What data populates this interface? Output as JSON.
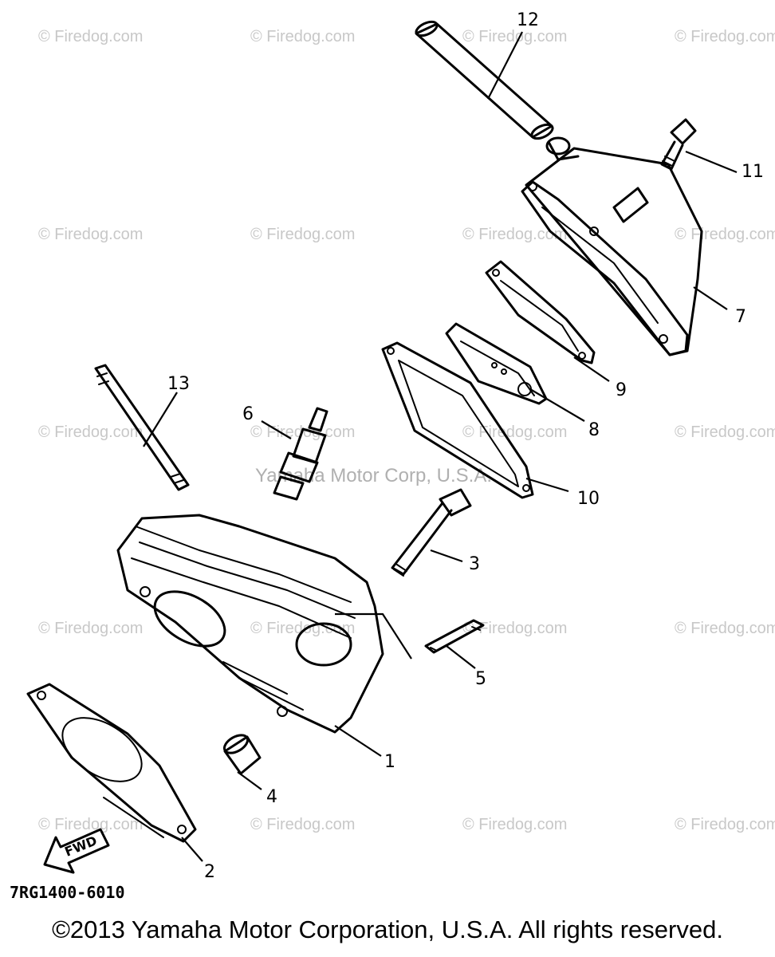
{
  "callouts": {
    "c1": "1",
    "c2": "2",
    "c3": "3",
    "c4": "4",
    "c5": "5",
    "c6": "6",
    "c7": "7",
    "c8": "8",
    "c9": "9",
    "c10": "10",
    "c11": "11",
    "c12": "12",
    "c13": "13"
  },
  "watermark": {
    "text": "© Firedog.com"
  },
  "center_watermark": "Yamaha Motor Corp, U.S.A.",
  "fwd_label": "FWD",
  "drawing_number": "7RG1400-6010",
  "copyright": "©2013 Yamaha Motor Corporation, U.S.A. All rights reserved."
}
